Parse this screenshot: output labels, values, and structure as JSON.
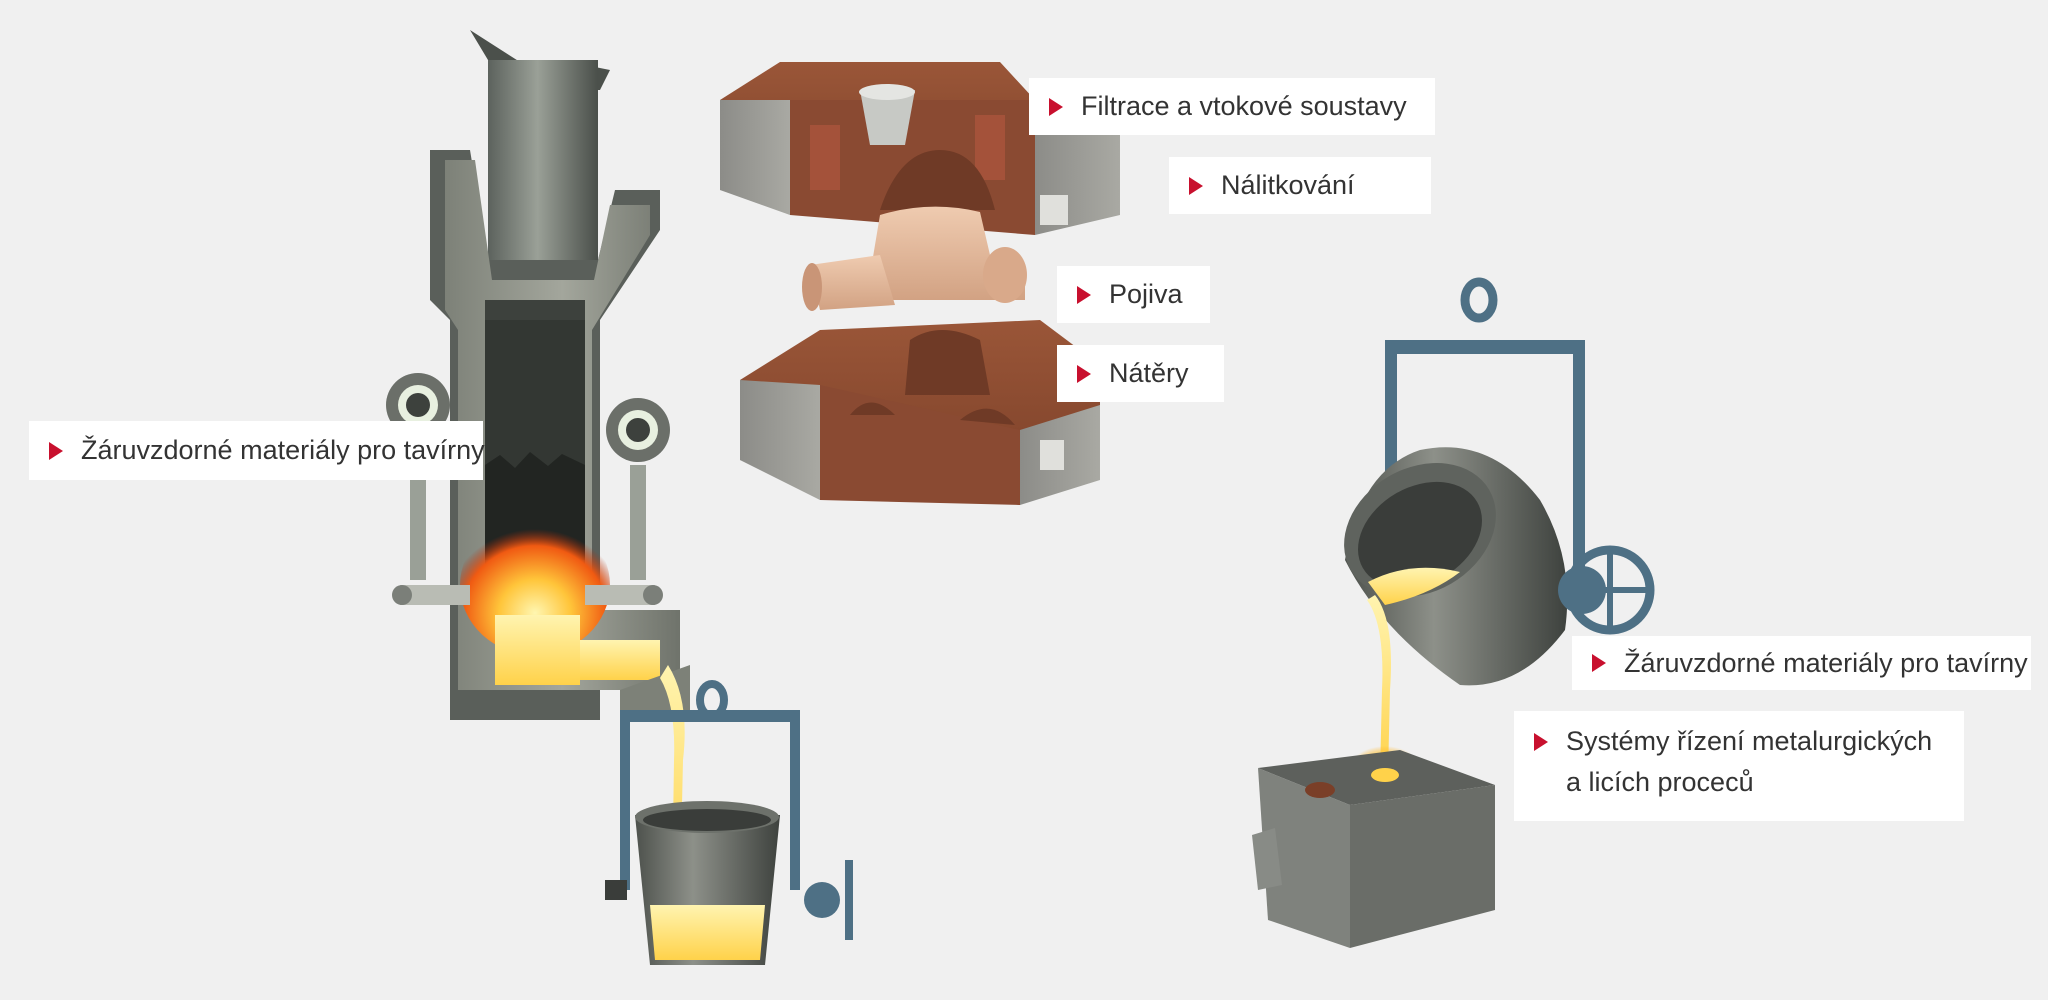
{
  "colors": {
    "background": "#f0f0f0",
    "label_background": "#ffffff",
    "label_text": "#333333",
    "arrow": "#c8102e",
    "sand_mold": "#8a4a32",
    "core": "#e2b89a",
    "steel_blue": "#4e7085",
    "refractory": "#8b8f86",
    "molten_metal": "#ffd24a"
  },
  "labels": {
    "filtration": "Filtrace a vtokové soustavy",
    "feeding": "Nálitkování",
    "binders": "Pojiva",
    "coatings": "Nátěry",
    "refractory_left": "Žáruvzdorné materiály pro tavírny",
    "refractory_right": "Žáruvzdorné materiály pro tavírny",
    "process_control": "Systémy řízení metalurgických a licích proceců"
  },
  "icons": {
    "arrow": "triangle-right-icon",
    "cupola": "cupola-furnace-icon",
    "mold_top": "sand-mold-top-icon",
    "core": "sand-core-icon",
    "mold_bottom": "sand-mold-bottom-icon",
    "ladle_small": "casting-ladle-icon",
    "ladle_large": "tilting-ladle-icon",
    "mold_box": "mold-box-icon"
  }
}
